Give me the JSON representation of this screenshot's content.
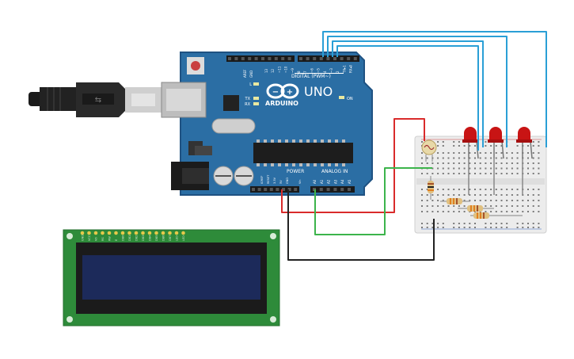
{
  "arduino": {
    "logo_text": "ARDUINO",
    "model": "UNO",
    "on_label": "ON",
    "l_label": "L",
    "tx_label": "TX",
    "rx_label": "RX",
    "aref_label": "AREF",
    "gnd_label": "GND",
    "digital_label": "DIGITAL (PWM~)",
    "power_label": "POWER",
    "analog_label": "ANALOG IN",
    "ioref_label": "IOREF",
    "reset_label": "RESET",
    "v33_label": "3.3V",
    "v5_label": "5V",
    "gnd2_label": "GND",
    "vin_label": "Vin",
    "digital_pins": [
      "13",
      "12",
      "~11",
      "~10",
      "~9",
      "8",
      "7",
      "~6",
      "~5",
      "4",
      "~3",
      "2",
      "TX▸1",
      "RX◂0"
    ],
    "analog_pins": [
      "A0",
      "A1",
      "A2",
      "A3",
      "A4",
      "A5"
    ]
  },
  "lcd": {
    "pin_labels": [
      "GND",
      "VCC",
      "V0",
      "RS",
      "RW",
      "E",
      "DB0",
      "DB1",
      "DB2",
      "DB3",
      "DB4",
      "DB5",
      "DB6",
      "DB7",
      "LED",
      "LED"
    ]
  },
  "colors": {
    "board": "#2b6ea4",
    "board_dark": "#1f5282",
    "wire_blue": "#2a9fd6",
    "wire_red": "#d92b2b",
    "wire_green": "#3cb44b",
    "wire_black": "#222222",
    "led_red": "#c81414",
    "lcd_pcb": "#2e8b3a",
    "lcd_screen": "#1c2a5a",
    "breadboard": "#ececec"
  }
}
